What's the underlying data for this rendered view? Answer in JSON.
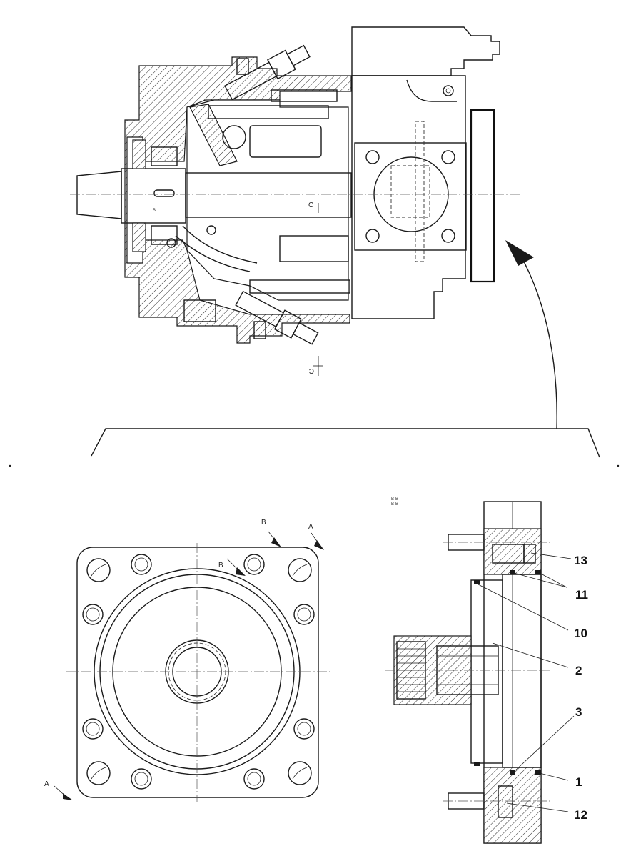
{
  "callouts": {
    "c13": "13",
    "c11": "11",
    "c10": "10",
    "c2": "2",
    "c3": "3",
    "c1": "1",
    "c12": "12"
  },
  "section_marks": {
    "a_upper": "A",
    "a_lower": "A",
    "b_outer": "B",
    "b_inner": "B",
    "c_upper": "C",
    "c_lower": "C",
    "b_small": "B",
    "section_note_line1": "B-B",
    "section_note_line2": "B-B"
  },
  "colors": {
    "line": "#1a1a1a",
    "background": "#ffffff"
  }
}
